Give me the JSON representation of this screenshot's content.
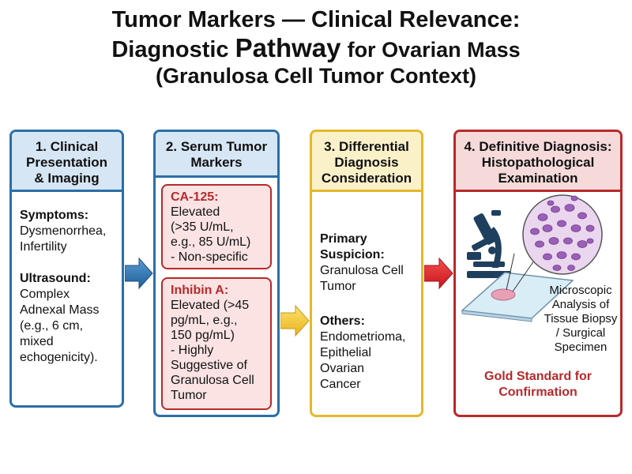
{
  "title": {
    "line1": "Tumor Markers — Clinical Relevance:",
    "line2_part1": "Diagnostic",
    "line2_part2": "Pathway",
    "line2_part3": "for Ovarian Mass",
    "line3": "(Granulosa Cell Tumor Context)"
  },
  "steps": [
    {
      "header_lines": [
        "1. Clinical",
        "Presentation",
        "& Imaging"
      ],
      "symptoms_label": "Symptoms:",
      "symptoms_lines": [
        "Dysmenorrhea,",
        "Infertility"
      ],
      "ultrasound_label": "Ultrasound:",
      "ultrasound_lines": [
        "Complex",
        "Adnexal Mass",
        "(e.g., 6 cm,",
        "mixed",
        "echogenicity)."
      ]
    },
    {
      "header_lines": [
        "2. Serum Tumor",
        "Markers"
      ],
      "markers": [
        {
          "name": "CA-125:",
          "lines": [
            "Elevated",
            "(>35 U/mL,",
            "e.g., 85 U/mL)",
            "- Non-specific"
          ]
        },
        {
          "name": "Inhibin A:",
          "lines": [
            "Elevated (>45",
            "pg/mL, e.g.,",
            "150 pg/mL)",
            "- Highly",
            "Suggestive of",
            "Granulosa Cell",
            "Tumor"
          ]
        }
      ]
    },
    {
      "header_lines": [
        "3. Differential",
        "Diagnosis",
        "Consideration"
      ],
      "primary_label_lines": [
        "Primary",
        "Suspicion:"
      ],
      "primary_lines": [
        "Granulosa Cell",
        "Tumor"
      ],
      "others_label": "Others:",
      "others_lines": [
        "Endometrioma,",
        "Epithelial",
        "Ovarian",
        "Cancer"
      ]
    },
    {
      "header_lines": [
        "4. Definitive Diagnosis:",
        "Histopathological",
        "Examination"
      ],
      "caption_lines": [
        "Microscopic",
        "Analysis of",
        "Tissue Biopsy",
        "/ Surgical",
        "Specimen"
      ],
      "gold_lines": [
        "Gold Standard for",
        "Confirmation"
      ]
    }
  ],
  "icons": [
    "microscope-icon",
    "glass-slide-icon",
    "magnified-tissue-icon"
  ],
  "colors": {
    "blue": "#2a6fa8",
    "blue_fill": "#d6e6f4",
    "yellow": "#e3b92a",
    "yellow_fill": "#fbf1c9",
    "red": "#b8292b",
    "red_fill": "#f6dada",
    "marker_fill": "#fbe3e3",
    "arrow_red": "#e5232a"
  }
}
